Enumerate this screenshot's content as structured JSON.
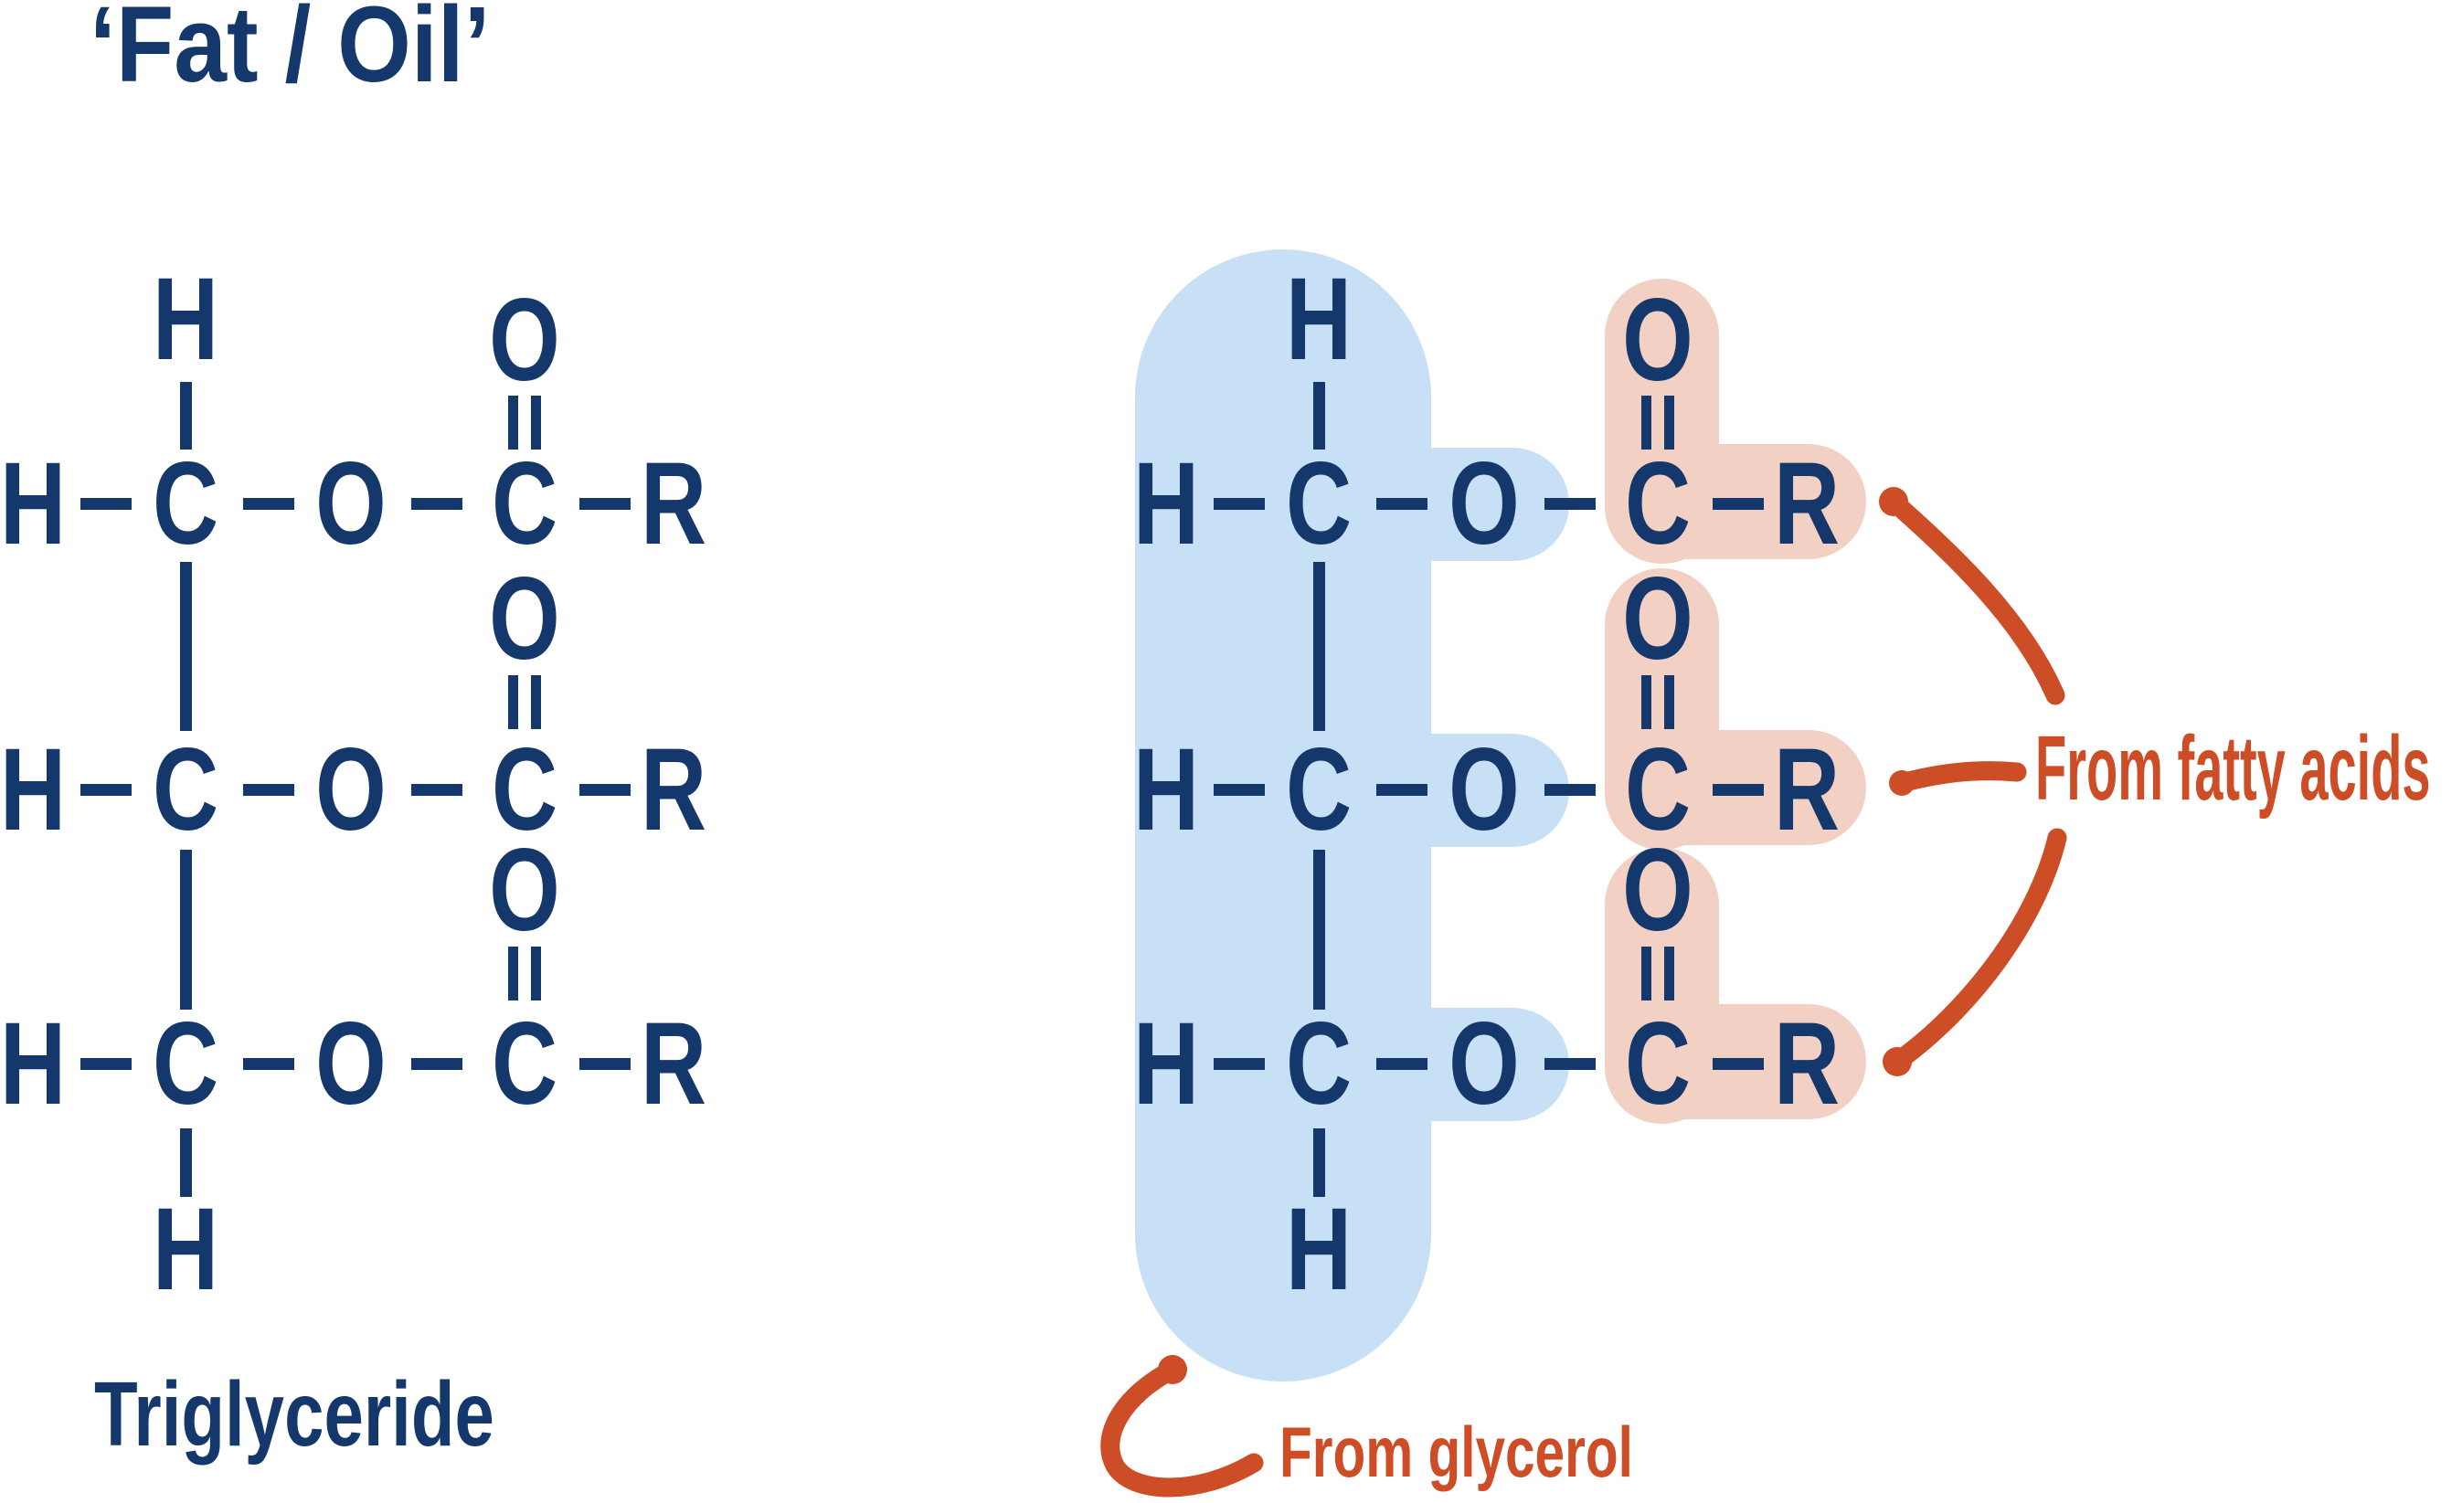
{
  "title": "‘Fat / Oil’",
  "molecule": {
    "row_atoms": [
      "H",
      "C",
      "O",
      "C",
      "R"
    ],
    "top_atom": "H",
    "bottom_atom": "H",
    "carbonyl_atom": "O",
    "num_rows": 3
  },
  "left_panel": {
    "caption": "Triglyceride"
  },
  "right_panel": {
    "fatty_label": "From fatty acids",
    "glycerol_label": "From glycerol"
  },
  "colors": {
    "navy": "#14386B",
    "orange": "#CC4D26",
    "glycerol_highlight": "#C7E0F5",
    "fatty_highlight": "#F2D1C4"
  }
}
